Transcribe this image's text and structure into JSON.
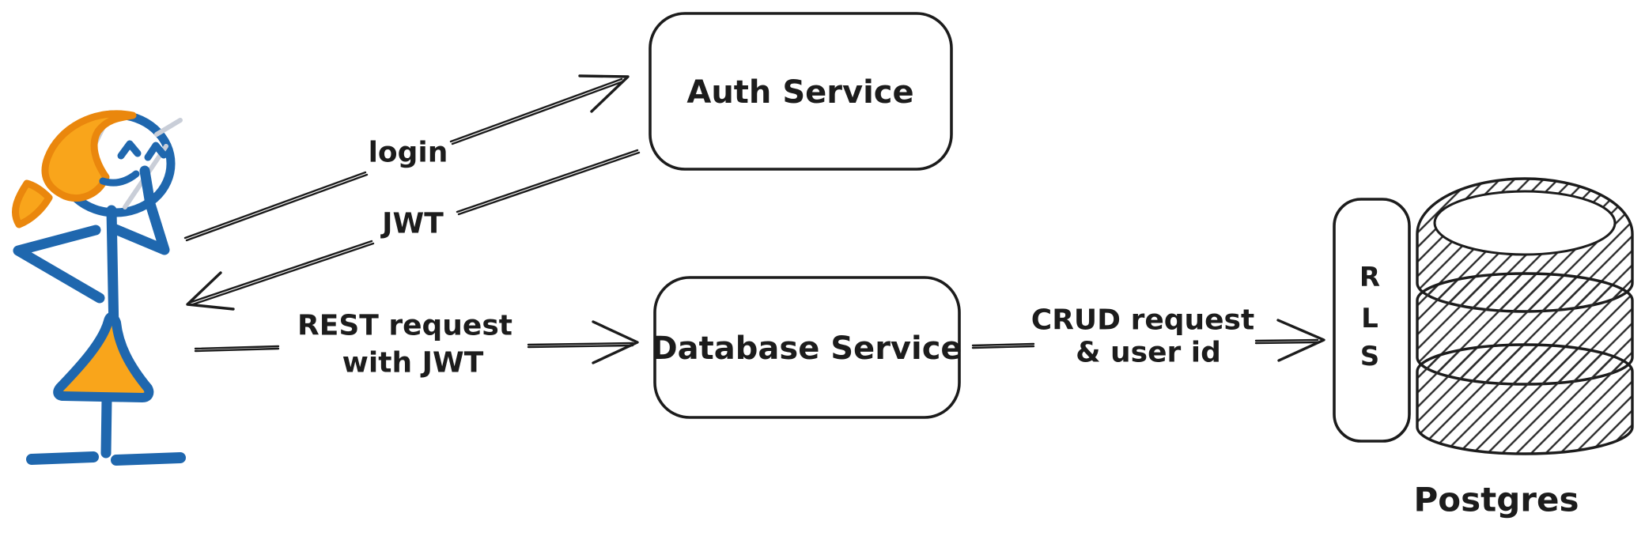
{
  "colors": {
    "ink": "#1c1c1c",
    "blue": "#1f67ae",
    "orange": "#f9a51b",
    "hairline": "#ea870d",
    "gray": "#c9ced8",
    "paper": "#ffffff"
  },
  "nodes": {
    "auth": {
      "label": "Auth Service"
    },
    "database_service": {
      "label": "Database Service"
    },
    "rls": {
      "letters": [
        "R",
        "L",
        "S"
      ]
    },
    "postgres": {
      "label": "Postgres"
    }
  },
  "edges": {
    "login": {
      "label": "login",
      "from": "user",
      "to": "auth"
    },
    "jwt": {
      "label": "JWT",
      "from": "auth",
      "to": "user"
    },
    "rest": {
      "label": [
        "REST request",
        "with JWT"
      ],
      "from": "user",
      "to": "database_service"
    },
    "crud": {
      "label": [
        "CRUD request",
        "& user id"
      ],
      "from": "database_service",
      "to": "rls"
    }
  }
}
